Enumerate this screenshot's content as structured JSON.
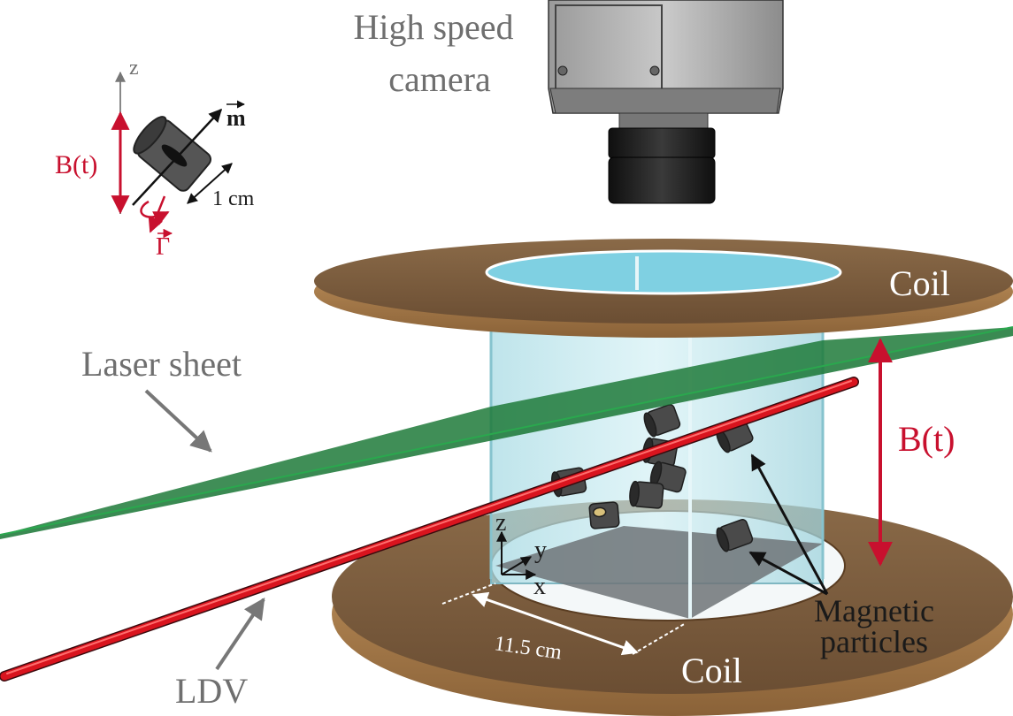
{
  "labels": {
    "camera_line1": "High speed",
    "camera_line2": "camera",
    "coil_top": "Coil",
    "coil_bottom": "Coil",
    "laser_sheet": "Laser sheet",
    "ldv": "LDV",
    "field_main": "B(t)",
    "particles_line1": "Magnetic",
    "particles_line2": "particles",
    "dimension": "11.5 cm",
    "axis_z": "z",
    "axis_y": "y",
    "axis_x": "x"
  },
  "inset": {
    "axis_z": "z",
    "field": "B(t)",
    "moment": "m",
    "torque": "Γ",
    "size": "1 cm"
  },
  "colors": {
    "red": "#c8102e",
    "laser_green": "#1f7a3a",
    "coil_wood": "#7a5a3a",
    "water": "#8fd3e0",
    "gray_text": "#6f6f6f"
  },
  "icons": {
    "camera": "camera-icon",
    "particle": "cylinder-magnet-icon"
  }
}
